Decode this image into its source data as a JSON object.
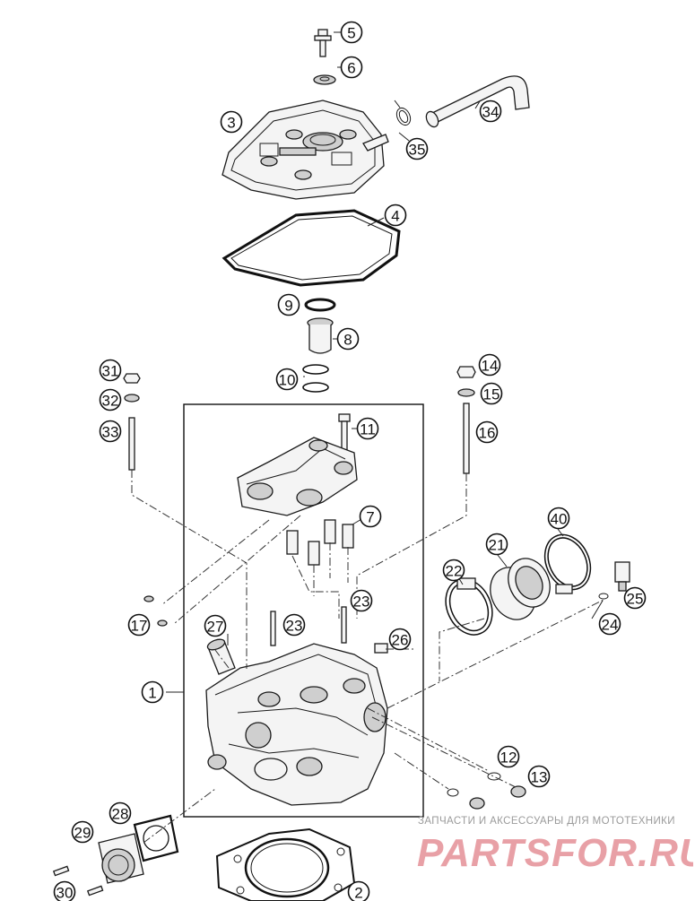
{
  "callouts": [
    {
      "id": "c1",
      "label": "1"
    },
    {
      "id": "c2",
      "label": "2"
    },
    {
      "id": "c3",
      "label": "3"
    },
    {
      "id": "c4",
      "label": "4"
    },
    {
      "id": "c5",
      "label": "5"
    },
    {
      "id": "c6",
      "label": "6"
    },
    {
      "id": "c7",
      "label": "7"
    },
    {
      "id": "c8",
      "label": "8"
    },
    {
      "id": "c9",
      "label": "9"
    },
    {
      "id": "c10",
      "label": "10"
    },
    {
      "id": "c11",
      "label": "11"
    },
    {
      "id": "c12",
      "label": "12"
    },
    {
      "id": "c13",
      "label": "13"
    },
    {
      "id": "c14",
      "label": "14"
    },
    {
      "id": "c15",
      "label": "15"
    },
    {
      "id": "c16",
      "label": "16"
    },
    {
      "id": "c17",
      "label": "17"
    },
    {
      "id": "c21",
      "label": "21"
    },
    {
      "id": "c22",
      "label": "22"
    },
    {
      "id": "c23a",
      "label": "23"
    },
    {
      "id": "c23b",
      "label": "23"
    },
    {
      "id": "c24",
      "label": "24"
    },
    {
      "id": "c25",
      "label": "25"
    },
    {
      "id": "c26",
      "label": "26"
    },
    {
      "id": "c27",
      "label": "27"
    },
    {
      "id": "c28",
      "label": "28"
    },
    {
      "id": "c29",
      "label": "29"
    },
    {
      "id": "c30",
      "label": "30"
    },
    {
      "id": "c31",
      "label": "31"
    },
    {
      "id": "c32",
      "label": "32"
    },
    {
      "id": "c33",
      "label": "33"
    },
    {
      "id": "c34",
      "label": "34"
    },
    {
      "id": "c35",
      "label": "35"
    },
    {
      "id": "c40",
      "label": "40"
    }
  ],
  "watermark": {
    "tagline": "ЗАПЧАСТИ И АКСЕССУАРЫ ДЛЯ МОТОТЕХНИКИ",
    "logo_text": "PARTSFOR.RU",
    "logo_color": "#e8a0a6"
  }
}
